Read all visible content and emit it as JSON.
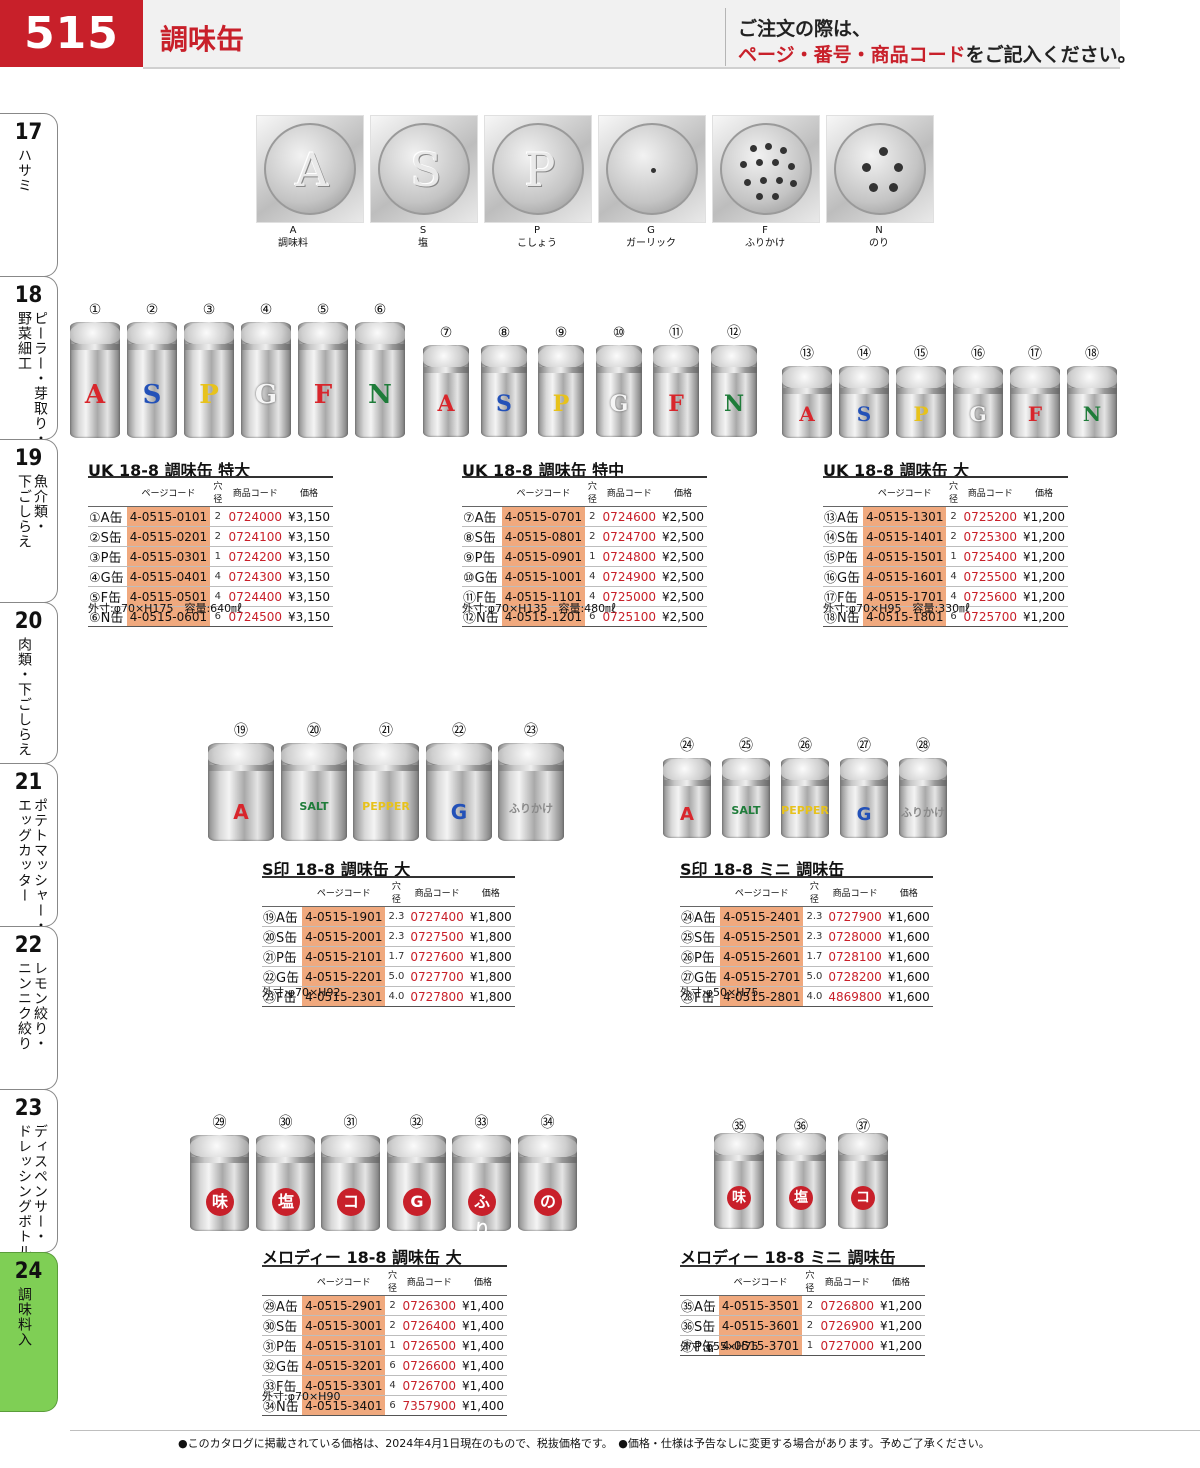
{
  "header": {
    "page_number": "515",
    "category": "調味缶",
    "note_line1": "ご注文の際は、",
    "note_line2_red": "ページ・番号・商品コード",
    "note_line2_rest": "をご記入ください。"
  },
  "tabs": [
    {
      "num": "17",
      "label": "ハサミ"
    },
    {
      "num": "18",
      "label": "ピーラー・芽取り・\n野菜細工"
    },
    {
      "num": "19",
      "label": "魚介類・\n下ごしらえ"
    },
    {
      "num": "20",
      "label": "肉類・下ごしらえ"
    },
    {
      "num": "21",
      "label": "ポテトマッシャー・\nエッグカッター"
    },
    {
      "num": "22",
      "label": "レモン絞り・\nニンニク絞り"
    },
    {
      "num": "23",
      "label": "ディスペンサー・\nドレッシングボトル"
    },
    {
      "num": "24",
      "label": "調味料入"
    }
  ],
  "lids": [
    {
      "letter": "A",
      "name": "調味料"
    },
    {
      "letter": "S",
      "name": "塩"
    },
    {
      "letter": "P",
      "name": "こしょう"
    },
    {
      "letter": "G",
      "name": "ガーリック"
    },
    {
      "letter": "F",
      "name": "ふりかけ"
    },
    {
      "letter": "N",
      "name": "のり"
    }
  ],
  "table_headers": {
    "page_code": "ページコード",
    "hole": "穴径",
    "product_code": "商品コード",
    "price": "価格"
  },
  "sections": [
    {
      "title": "UK 18-8 調味缶 特大",
      "nums": [
        "①",
        "②",
        "③",
        "④",
        "⑤",
        "⑥"
      ],
      "can_letters": [
        "A",
        "S",
        "P",
        "G",
        "F",
        "N"
      ],
      "rows": [
        {
          "name": "①A缶",
          "page_code": "4-0515-0101",
          "hole": "2",
          "code": "0724000",
          "price": "¥3,150"
        },
        {
          "name": "②S缶",
          "page_code": "4-0515-0201",
          "hole": "2",
          "code": "0724100",
          "price": "¥3,150"
        },
        {
          "name": "③P缶",
          "page_code": "4-0515-0301",
          "hole": "1",
          "code": "0724200",
          "price": "¥3,150"
        },
        {
          "name": "④G缶",
          "page_code": "4-0515-0401",
          "hole": "4",
          "code": "0724300",
          "price": "¥3,150"
        },
        {
          "name": "⑤F缶",
          "page_code": "4-0515-0501",
          "hole": "4",
          "code": "0724400",
          "price": "¥3,150"
        },
        {
          "name": "⑥N缶",
          "page_code": "4-0515-0601",
          "hole": "6",
          "code": "0724500",
          "price": "¥3,150"
        }
      ],
      "dims": "外寸:φ70×H175　容量:640㎖"
    },
    {
      "title": "UK 18-8 調味缶 特中",
      "nums": [
        "⑦",
        "⑧",
        "⑨",
        "⑩",
        "⑪",
        "⑫"
      ],
      "can_letters": [
        "A",
        "S",
        "P",
        "G",
        "F",
        "N"
      ],
      "rows": [
        {
          "name": "⑦A缶",
          "page_code": "4-0515-0701",
          "hole": "2",
          "code": "0724600",
          "price": "¥2,500"
        },
        {
          "name": "⑧S缶",
          "page_code": "4-0515-0801",
          "hole": "2",
          "code": "0724700",
          "price": "¥2,500"
        },
        {
          "name": "⑨P缶",
          "page_code": "4-0515-0901",
          "hole": "1",
          "code": "0724800",
          "price": "¥2,500"
        },
        {
          "name": "⑩G缶",
          "page_code": "4-0515-1001",
          "hole": "4",
          "code": "0724900",
          "price": "¥2,500"
        },
        {
          "name": "⑪F缶",
          "page_code": "4-0515-1101",
          "hole": "4",
          "code": "0725000",
          "price": "¥2,500"
        },
        {
          "name": "⑫N缶",
          "page_code": "4-0515-1201",
          "hole": "6",
          "code": "0725100",
          "price": "¥2,500"
        }
      ],
      "dims": "外寸:φ70×H135　容量:480㎖"
    },
    {
      "title": "UK 18-8 調味缶 大",
      "nums": [
        "⑬",
        "⑭",
        "⑮",
        "⑯",
        "⑰",
        "⑱"
      ],
      "can_letters": [
        "A",
        "S",
        "P",
        "G",
        "F",
        "N"
      ],
      "rows": [
        {
          "name": "⑬A缶",
          "page_code": "4-0515-1301",
          "hole": "2",
          "code": "0725200",
          "price": "¥1,200"
        },
        {
          "name": "⑭S缶",
          "page_code": "4-0515-1401",
          "hole": "2",
          "code": "0725300",
          "price": "¥1,200"
        },
        {
          "name": "⑮P缶",
          "page_code": "4-0515-1501",
          "hole": "1",
          "code": "0725400",
          "price": "¥1,200"
        },
        {
          "name": "⑯G缶",
          "page_code": "4-0515-1601",
          "hole": "4",
          "code": "0725500",
          "price": "¥1,200"
        },
        {
          "name": "⑰F缶",
          "page_code": "4-0515-1701",
          "hole": "4",
          "code": "0725600",
          "price": "¥1,200"
        },
        {
          "name": "⑱N缶",
          "page_code": "4-0515-1801",
          "hole": "6",
          "code": "0725700",
          "price": "¥1,200"
        }
      ],
      "dims": "外寸:φ70×H95　容量:330㎖"
    },
    {
      "title": "S印 18-8 調味缶 大",
      "nums": [
        "⑲",
        "⑳",
        "㉑",
        "㉒",
        "㉓"
      ],
      "can_letters": [
        "A",
        "SALT",
        "PEPPER",
        "G",
        "ふりかけ"
      ],
      "rows": [
        {
          "name": "⑲A缶",
          "page_code": "4-0515-1901",
          "hole": "2.3",
          "code": "0727400",
          "price": "¥1,800"
        },
        {
          "name": "⑳S缶",
          "page_code": "4-0515-2001",
          "hole": "2.3",
          "code": "0727500",
          "price": "¥1,800"
        },
        {
          "name": "㉑P缶",
          "page_code": "4-0515-2101",
          "hole": "1.7",
          "code": "0727600",
          "price": "¥1,800"
        },
        {
          "name": "㉒G缶",
          "page_code": "4-0515-2201",
          "hole": "5.0",
          "code": "0727700",
          "price": "¥1,800"
        },
        {
          "name": "㉓F缶",
          "page_code": "4-0515-2301",
          "hole": "4.0",
          "code": "0727800",
          "price": "¥1,800"
        }
      ],
      "dims": "外寸:φ70×H92"
    },
    {
      "title": "S印 18-8 ミニ 調味缶",
      "nums": [
        "㉔",
        "㉕",
        "㉖",
        "㉗",
        "㉘"
      ],
      "can_letters": [
        "A",
        "SALT",
        "PEPPER",
        "G",
        "ふりかけ"
      ],
      "rows": [
        {
          "name": "㉔A缶",
          "page_code": "4-0515-2401",
          "hole": "2.3",
          "code": "0727900",
          "price": "¥1,600"
        },
        {
          "name": "㉕S缶",
          "page_code": "4-0515-2501",
          "hole": "2.3",
          "code": "0728000",
          "price": "¥1,600"
        },
        {
          "name": "㉖P缶",
          "page_code": "4-0515-2601",
          "hole": "1.7",
          "code": "0728100",
          "price": "¥1,600"
        },
        {
          "name": "㉗G缶",
          "page_code": "4-0515-2701",
          "hole": "5.0",
          "code": "0728200",
          "price": "¥1,600"
        },
        {
          "name": "㉘F缶",
          "page_code": "4-0515-2801",
          "hole": "4.0",
          "code": "4869800",
          "price": "¥1,600"
        }
      ],
      "dims": "外寸:φ50×H75"
    },
    {
      "title": "メロディー 18-8 調味缶 大",
      "nums": [
        "㉙",
        "㉚",
        "㉛",
        "㉜",
        "㉝",
        "㉞"
      ],
      "can_letters": [
        "味",
        "塩",
        "コ",
        "G",
        "ふり",
        "の"
      ],
      "rows": [
        {
          "name": "㉙A缶",
          "page_code": "4-0515-2901",
          "hole": "2",
          "code": "0726300",
          "price": "¥1,400"
        },
        {
          "name": "㉚S缶",
          "page_code": "4-0515-3001",
          "hole": "2",
          "code": "0726400",
          "price": "¥1,400"
        },
        {
          "name": "㉛P缶",
          "page_code": "4-0515-3101",
          "hole": "1",
          "code": "0726500",
          "price": "¥1,400"
        },
        {
          "name": "㉜G缶",
          "page_code": "4-0515-3201",
          "hole": "6",
          "code": "0726600",
          "price": "¥1,400"
        },
        {
          "name": "㉝F缶",
          "page_code": "4-0515-3301",
          "hole": "4",
          "code": "0726700",
          "price": "¥1,400"
        },
        {
          "name": "㉞N缶",
          "page_code": "4-0515-3401",
          "hole": "6",
          "code": "7357900",
          "price": "¥1,400"
        }
      ],
      "dims": "外寸:φ70×H90"
    },
    {
      "title": "メロディー 18-8 ミニ 調味缶",
      "nums": [
        "㉟",
        "㊱",
        "㊲"
      ],
      "can_letters": [
        "味",
        "塩",
        "コ"
      ],
      "rows": [
        {
          "name": "㉟A缶",
          "page_code": "4-0515-3501",
          "hole": "2",
          "code": "0726800",
          "price": "¥1,200"
        },
        {
          "name": "㊱S缶",
          "page_code": "4-0515-3601",
          "hole": "2",
          "code": "0726900",
          "price": "¥1,200"
        },
        {
          "name": "㊲P缶",
          "page_code": "4-0515-3701",
          "hole": "1",
          "code": "0727000",
          "price": "¥1,200"
        }
      ],
      "dims": "外寸:φ55×H75"
    }
  ],
  "footnote": "●このカタログに掲載されている価格は、2024年4月1日現在のもので、税抜価格です。　●価格・仕様は予告なしに変更する場合があります。予めご了承ください。",
  "colors": {
    "brand_red": "#c8202a",
    "tab_active": "#7fcf55",
    "code_highlight": "#f0a97e"
  }
}
